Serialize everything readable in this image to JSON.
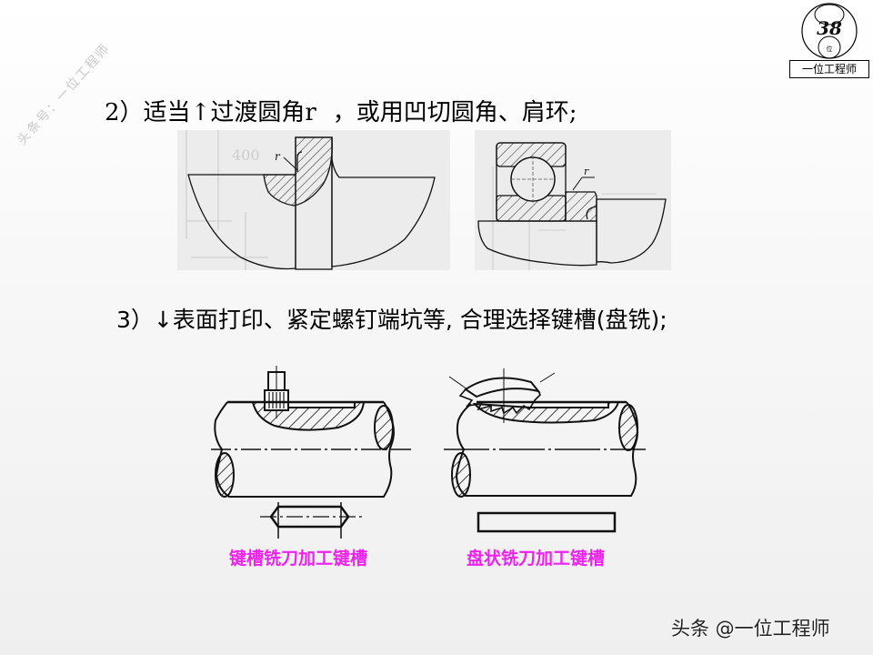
{
  "watermark": {
    "diagonal_text": "头条号：一位工程师",
    "footer_text": "头条 @一位工程师"
  },
  "logo": {
    "number": "38",
    "small_glyph": "位",
    "caption": "一位工程师"
  },
  "section2": {
    "number": "2）",
    "text_before": "适当",
    "arrow": "↑",
    "text_mid": "过渡圆角r",
    "text_after": "，或用凹切圆角、肩环;",
    "figures": [
      {
        "name": "fillet-shaft-shoulder",
        "label_r": "r",
        "bg_dimension_text": "400"
      },
      {
        "name": "bearing-shoulder-undercut",
        "label_r": "r"
      }
    ]
  },
  "section3": {
    "number": "3）",
    "arrow": "↓",
    "text": "表面打印、紧定螺钉端坑等, 合理选择键槽(盘铣);",
    "figures": [
      {
        "name": "end-mill-keyway",
        "caption": "键槽铣刀加工键槽"
      },
      {
        "name": "disc-mill-keyway",
        "caption": "盘状铣刀加工键槽"
      }
    ]
  },
  "colors": {
    "caption": "#ee22ee",
    "text": "#000000",
    "figure_bg": "#ececec"
  }
}
